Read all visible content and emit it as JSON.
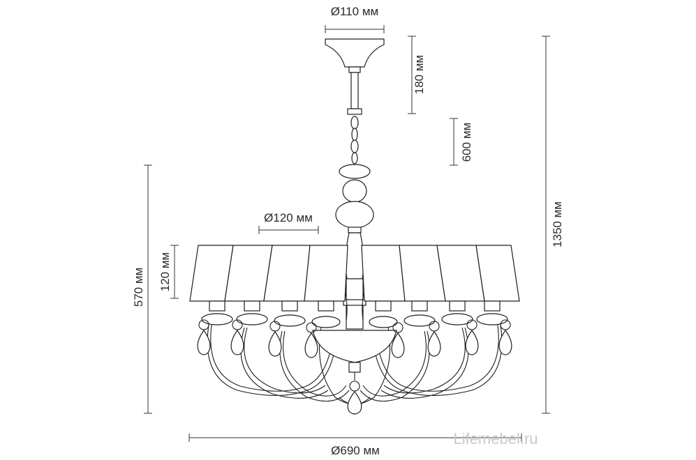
{
  "dimensions": {
    "canopy_diameter": "Ø110 мм",
    "canopy_rod_height": "180 мм",
    "chain_length": "600 мм",
    "total_height": "1350 мм",
    "shade_diameter": "Ø120 мм",
    "shade_height": "120 мм",
    "body_height": "570 мм",
    "overall_diameter": "Ø690 мм"
  },
  "watermark": "Lifemebel.ru",
  "colors": {
    "line": "#1e1e1e",
    "dimension": "#333333",
    "watermark": "#c9c9c9"
  }
}
